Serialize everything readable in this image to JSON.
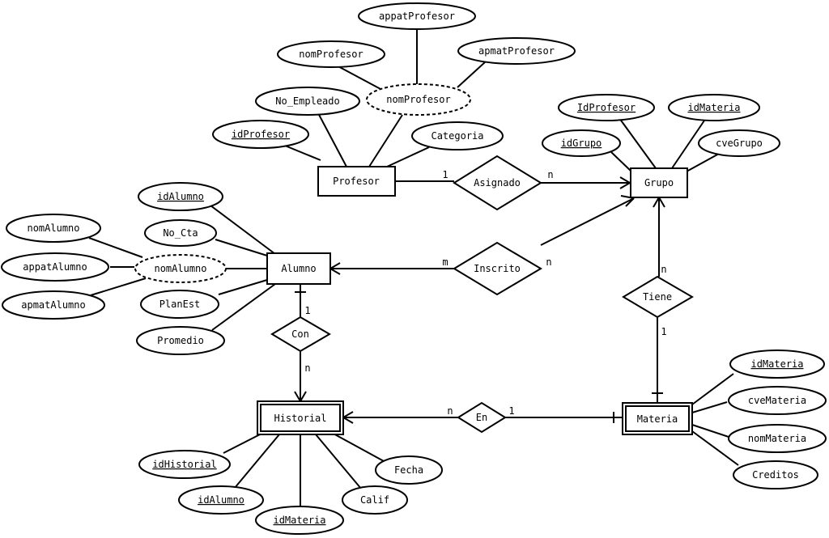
{
  "entities": {
    "profesor": "Profesor",
    "grupo": "Grupo",
    "alumno": "Alumno",
    "historial": "Historial",
    "materia": "Materia"
  },
  "relationships": {
    "asignado": "Asignado",
    "inscrito": "Inscrito",
    "tiene": "Tiene",
    "con": "Con",
    "en": "En"
  },
  "attributes": {
    "profesor": {
      "id": "idProfesor",
      "no_empleado": "No_Empleado",
      "nombre": "nomProfesor",
      "nom": "nomProfesor",
      "appat": "appatProfesor",
      "apmat": "apmatProfesor",
      "categoria": "Categoria"
    },
    "grupo": {
      "id_profesor": "IdProfesor",
      "id_materia": "idMateria",
      "id_grupo": "idGrupo",
      "cve_grupo": "cveGrupo"
    },
    "alumno": {
      "id": "idAlumno",
      "no_cta": "No_Cta",
      "nombre": "nomAlumno",
      "nom": "nomAlumno",
      "appat": "appatAlumno",
      "apmat": "apmatAlumno",
      "plan": "PlanEst",
      "promedio": "Promedio"
    },
    "historial": {
      "id": "idHistorial",
      "id_alumno": "idAlumno",
      "id_materia": "idMateria",
      "calif": "Calif",
      "fecha": "Fecha"
    },
    "materia": {
      "id": "idMateria",
      "cve": "cveMateria",
      "nombre": "nomMateria",
      "creditos": "Creditos"
    }
  },
  "cardinalities": {
    "asignado_profesor": "1",
    "asignado_grupo": "n",
    "inscrito_alumno": "m",
    "inscrito_grupo": "n",
    "tiene_grupo": "n",
    "tiene_materia": "1",
    "con_alumno": "1",
    "con_historial": "n",
    "en_historial": "n",
    "en_materia": "1"
  }
}
